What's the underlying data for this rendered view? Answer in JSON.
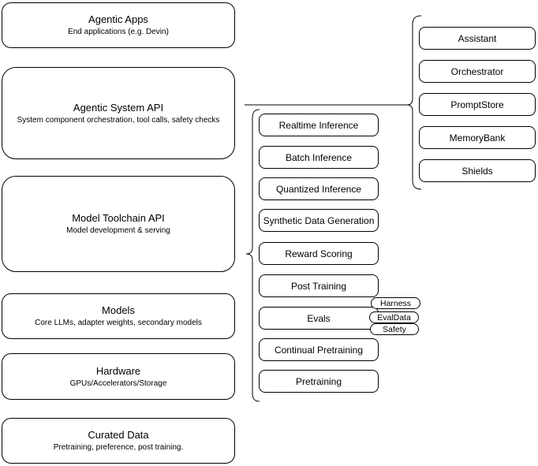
{
  "diagram": {
    "colors": {
      "stroke": "#000000",
      "fill": "#ffffff",
      "text": "#000000"
    },
    "stack_column": {
      "boxes": [
        {
          "title": "Agentic Apps",
          "subtitle": "End applications (e.g. Devin)"
        },
        {
          "title": "Agentic System API",
          "subtitle": "System component orchestration, tool calls, safety checks"
        },
        {
          "title": "Model Toolchain API",
          "subtitle": "Model development & serving"
        },
        {
          "title": "Models",
          "subtitle": "Core LLMs, adapter weights, secondary models"
        },
        {
          "title": "Hardware",
          "subtitle": "GPUs/Accelerators/Storage"
        },
        {
          "title": "Curated Data",
          "subtitle": "Pretraining, preference, post training."
        }
      ]
    },
    "toolchain_column": {
      "boxes": [
        {
          "label": "Realtime Inference"
        },
        {
          "label": "Batch Inference"
        },
        {
          "label": "Quantized Inference"
        },
        {
          "label": "Synthetic Data Generation"
        },
        {
          "label": "Reward Scoring"
        },
        {
          "label": "Post Training"
        },
        {
          "label": "Evals"
        },
        {
          "label": "Continual Pretraining"
        },
        {
          "label": "Pretraining"
        }
      ]
    },
    "evals_tags": [
      {
        "label": "Harness"
      },
      {
        "label": "EvalData"
      },
      {
        "label": "Safety"
      }
    ],
    "system_column": {
      "boxes": [
        {
          "label": "Assistant"
        },
        {
          "label": "Orchestrator"
        },
        {
          "label": "PromptStore"
        },
        {
          "label": "MemoryBank"
        },
        {
          "label": "Shields"
        }
      ]
    }
  }
}
